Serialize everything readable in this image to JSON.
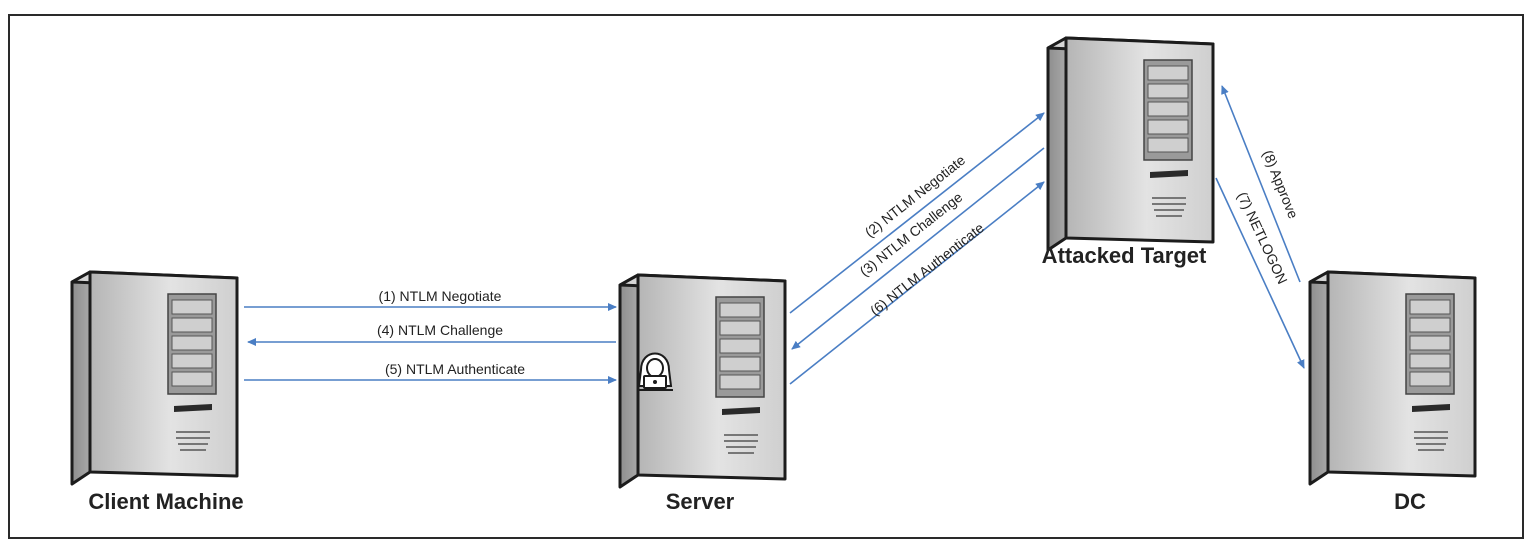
{
  "nodes": {
    "client": {
      "label": "Client Machine"
    },
    "server": {
      "label": "Server"
    },
    "target": {
      "label": "Attacked Target"
    },
    "dc": {
      "label": "DC"
    }
  },
  "edges": {
    "e1": "(1) NTLM Negotiate",
    "e2": "(2) NTLM Negotiate",
    "e3": "(3) NTLM Challenge",
    "e4": "(4) NTLM Challenge",
    "e5": "(5) NTLM Authenticate",
    "e6": "(6) NTLM Authenticate",
    "e7": "(7) NETLOGON",
    "e8": "(8) Approve"
  },
  "icons": {
    "server_badge": "hooded-hacker-icon",
    "tower": "server-tower-icon"
  },
  "colors": {
    "arrow": "#4a7ec4",
    "label": "#222222",
    "frame": "#2a2a2a"
  }
}
